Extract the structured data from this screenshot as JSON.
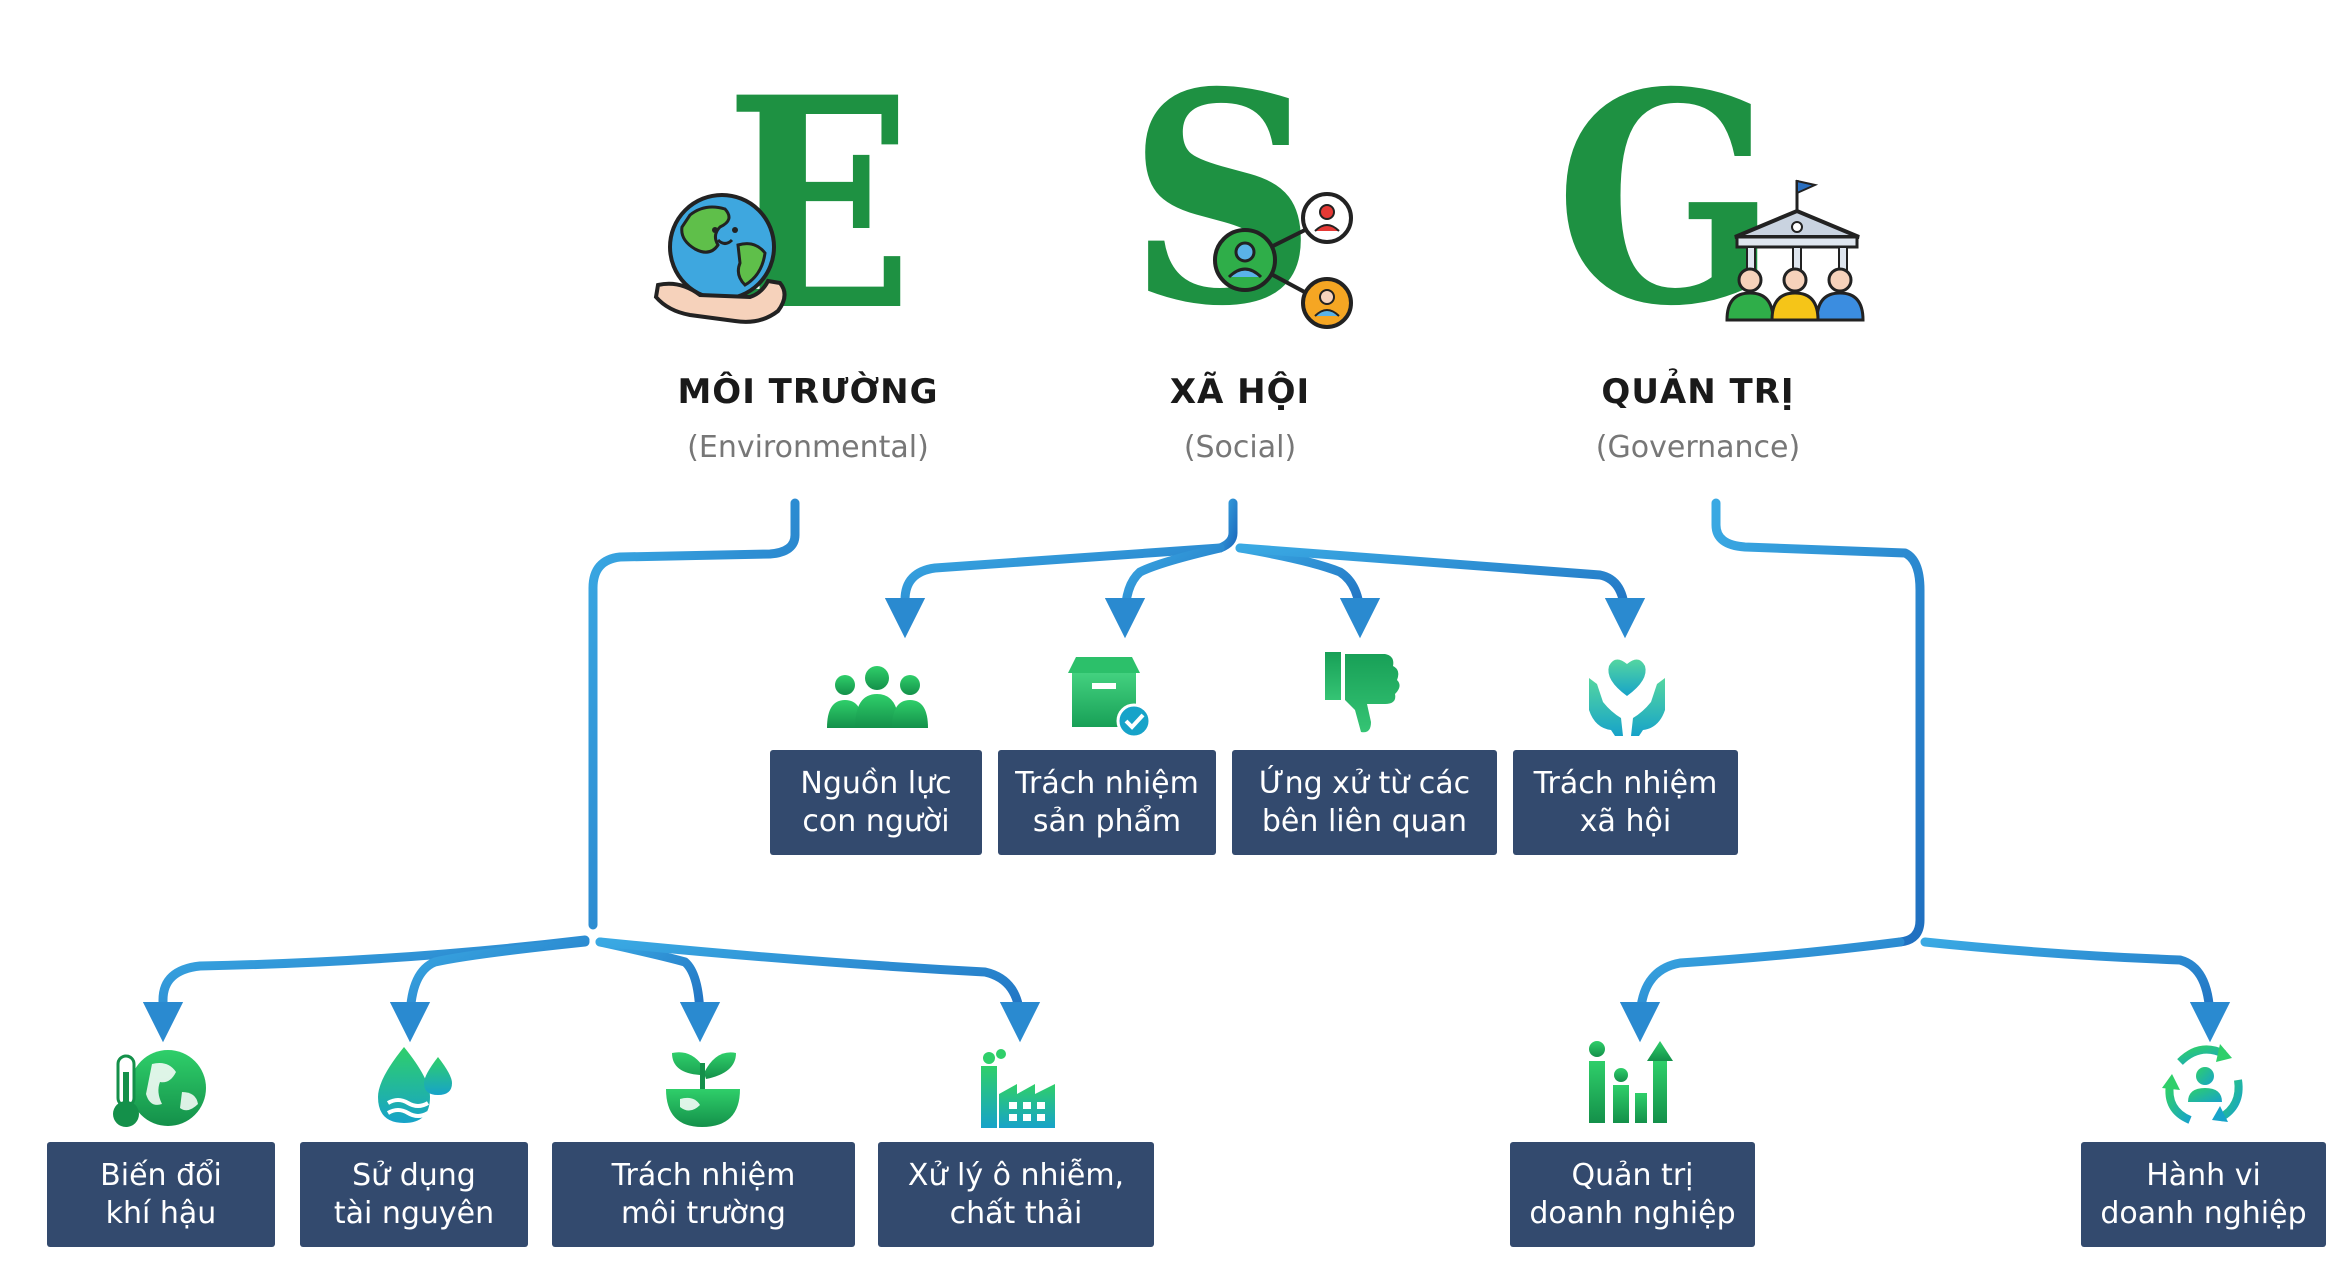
{
  "colors": {
    "green": "#1e9142",
    "icon_green": "#22b35a",
    "box": "#334a6e",
    "connector": "#2a9ad8"
  },
  "letters": {
    "e": "E",
    "s": "S",
    "g": "G"
  },
  "pillars": {
    "environmental": {
      "title": "MÔI TRƯỜNG",
      "subtitle": "(Environmental)"
    },
    "social": {
      "title": "XÃ HỘI",
      "subtitle": "(Social)"
    },
    "governance": {
      "title": "QUẢN TRỊ",
      "subtitle": "(Governance)"
    }
  },
  "social_items": [
    {
      "label": "Nguồn lực\ncon người",
      "icon": "people-group-icon"
    },
    {
      "label": "Trách nhiệm\nsản phẩm",
      "icon": "product-box-check-icon"
    },
    {
      "label": "Ứng xử từ các\nbên liên quan",
      "icon": "thumbs-down-icon"
    },
    {
      "label": "Trách nhiệm\nxã hội",
      "icon": "hands-heart-icon"
    }
  ],
  "environmental_items": [
    {
      "label": "Biến đổi\nkhí hậu",
      "icon": "globe-thermometer-icon"
    },
    {
      "label": "Sử dụng\ntài nguyên",
      "icon": "water-drops-icon"
    },
    {
      "label": "Trách nhiệm\nmôi trường",
      "icon": "sprout-earth-icon"
    },
    {
      "label": "Xử lý ô nhiễm,\nchất thải",
      "icon": "factory-icon"
    }
  ],
  "governance_items": [
    {
      "label": "Quản trị\ndoanh nghiệp",
      "icon": "growth-chart-people-icon"
    },
    {
      "label": "Hành vi\ndoanh nghiệp",
      "icon": "person-cycle-icon"
    }
  ]
}
